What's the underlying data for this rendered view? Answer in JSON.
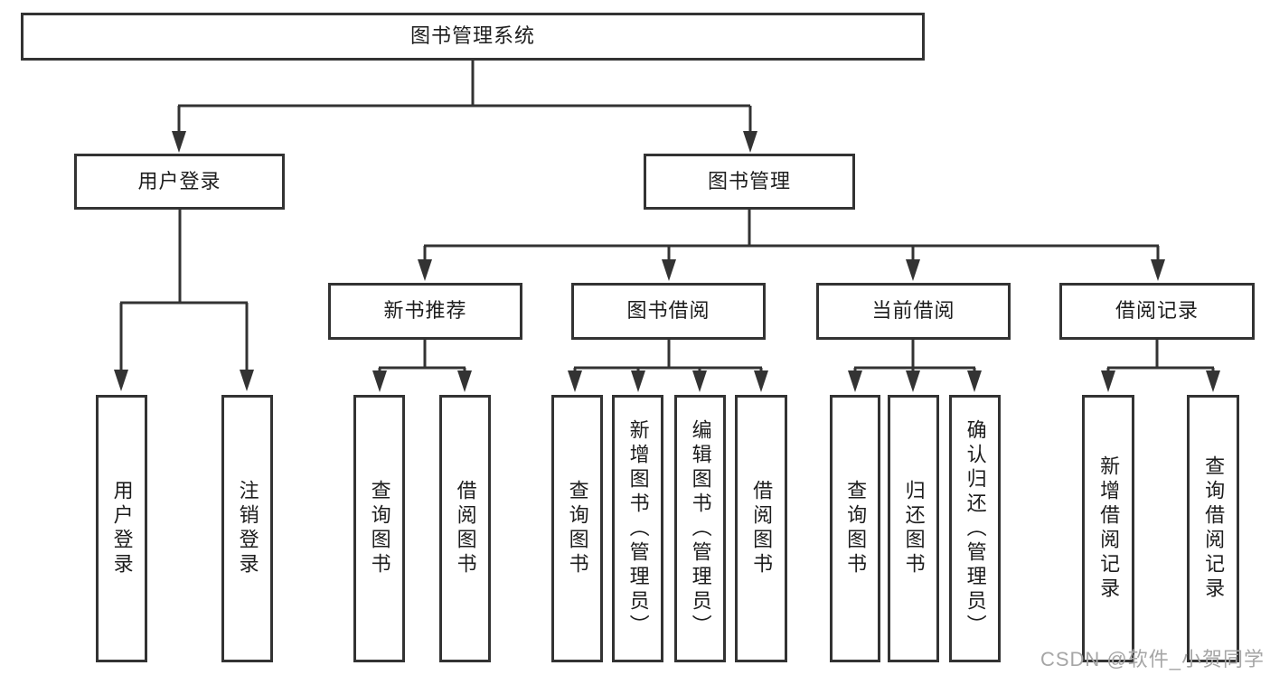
{
  "colors": {
    "line": "#333333",
    "text": "#1d1d1d",
    "watermark": "#a6a6a6",
    "background": "#ffffff"
  },
  "watermark": {
    "text": "CSDN @软件_小贺同学"
  },
  "diagram": {
    "root": {
      "label": "图书管理系统",
      "children": [
        {
          "label": "用户登录",
          "children": [
            {
              "label": "用户登录"
            },
            {
              "label": "注销登录"
            }
          ]
        },
        {
          "label": "图书管理",
          "children": [
            {
              "label": "新书推荐",
              "children": [
                {
                  "label": "查询图书"
                },
                {
                  "label": "借阅图书"
                }
              ]
            },
            {
              "label": "图书借阅",
              "children": [
                {
                  "label": "查询图书"
                },
                {
                  "label": "新增图书（管理员）"
                },
                {
                  "label": "编辑图书（管理员）"
                },
                {
                  "label": "借阅图书"
                }
              ]
            },
            {
              "label": "当前借阅",
              "children": [
                {
                  "label": "查询图书"
                },
                {
                  "label": "归还图书"
                },
                {
                  "label": "确认归还（管理员）"
                }
              ]
            },
            {
              "label": "借阅记录",
              "children": [
                {
                  "label": "新增借阅记录"
                },
                {
                  "label": "查询借阅记录"
                }
              ]
            }
          ]
        }
      ]
    }
  }
}
